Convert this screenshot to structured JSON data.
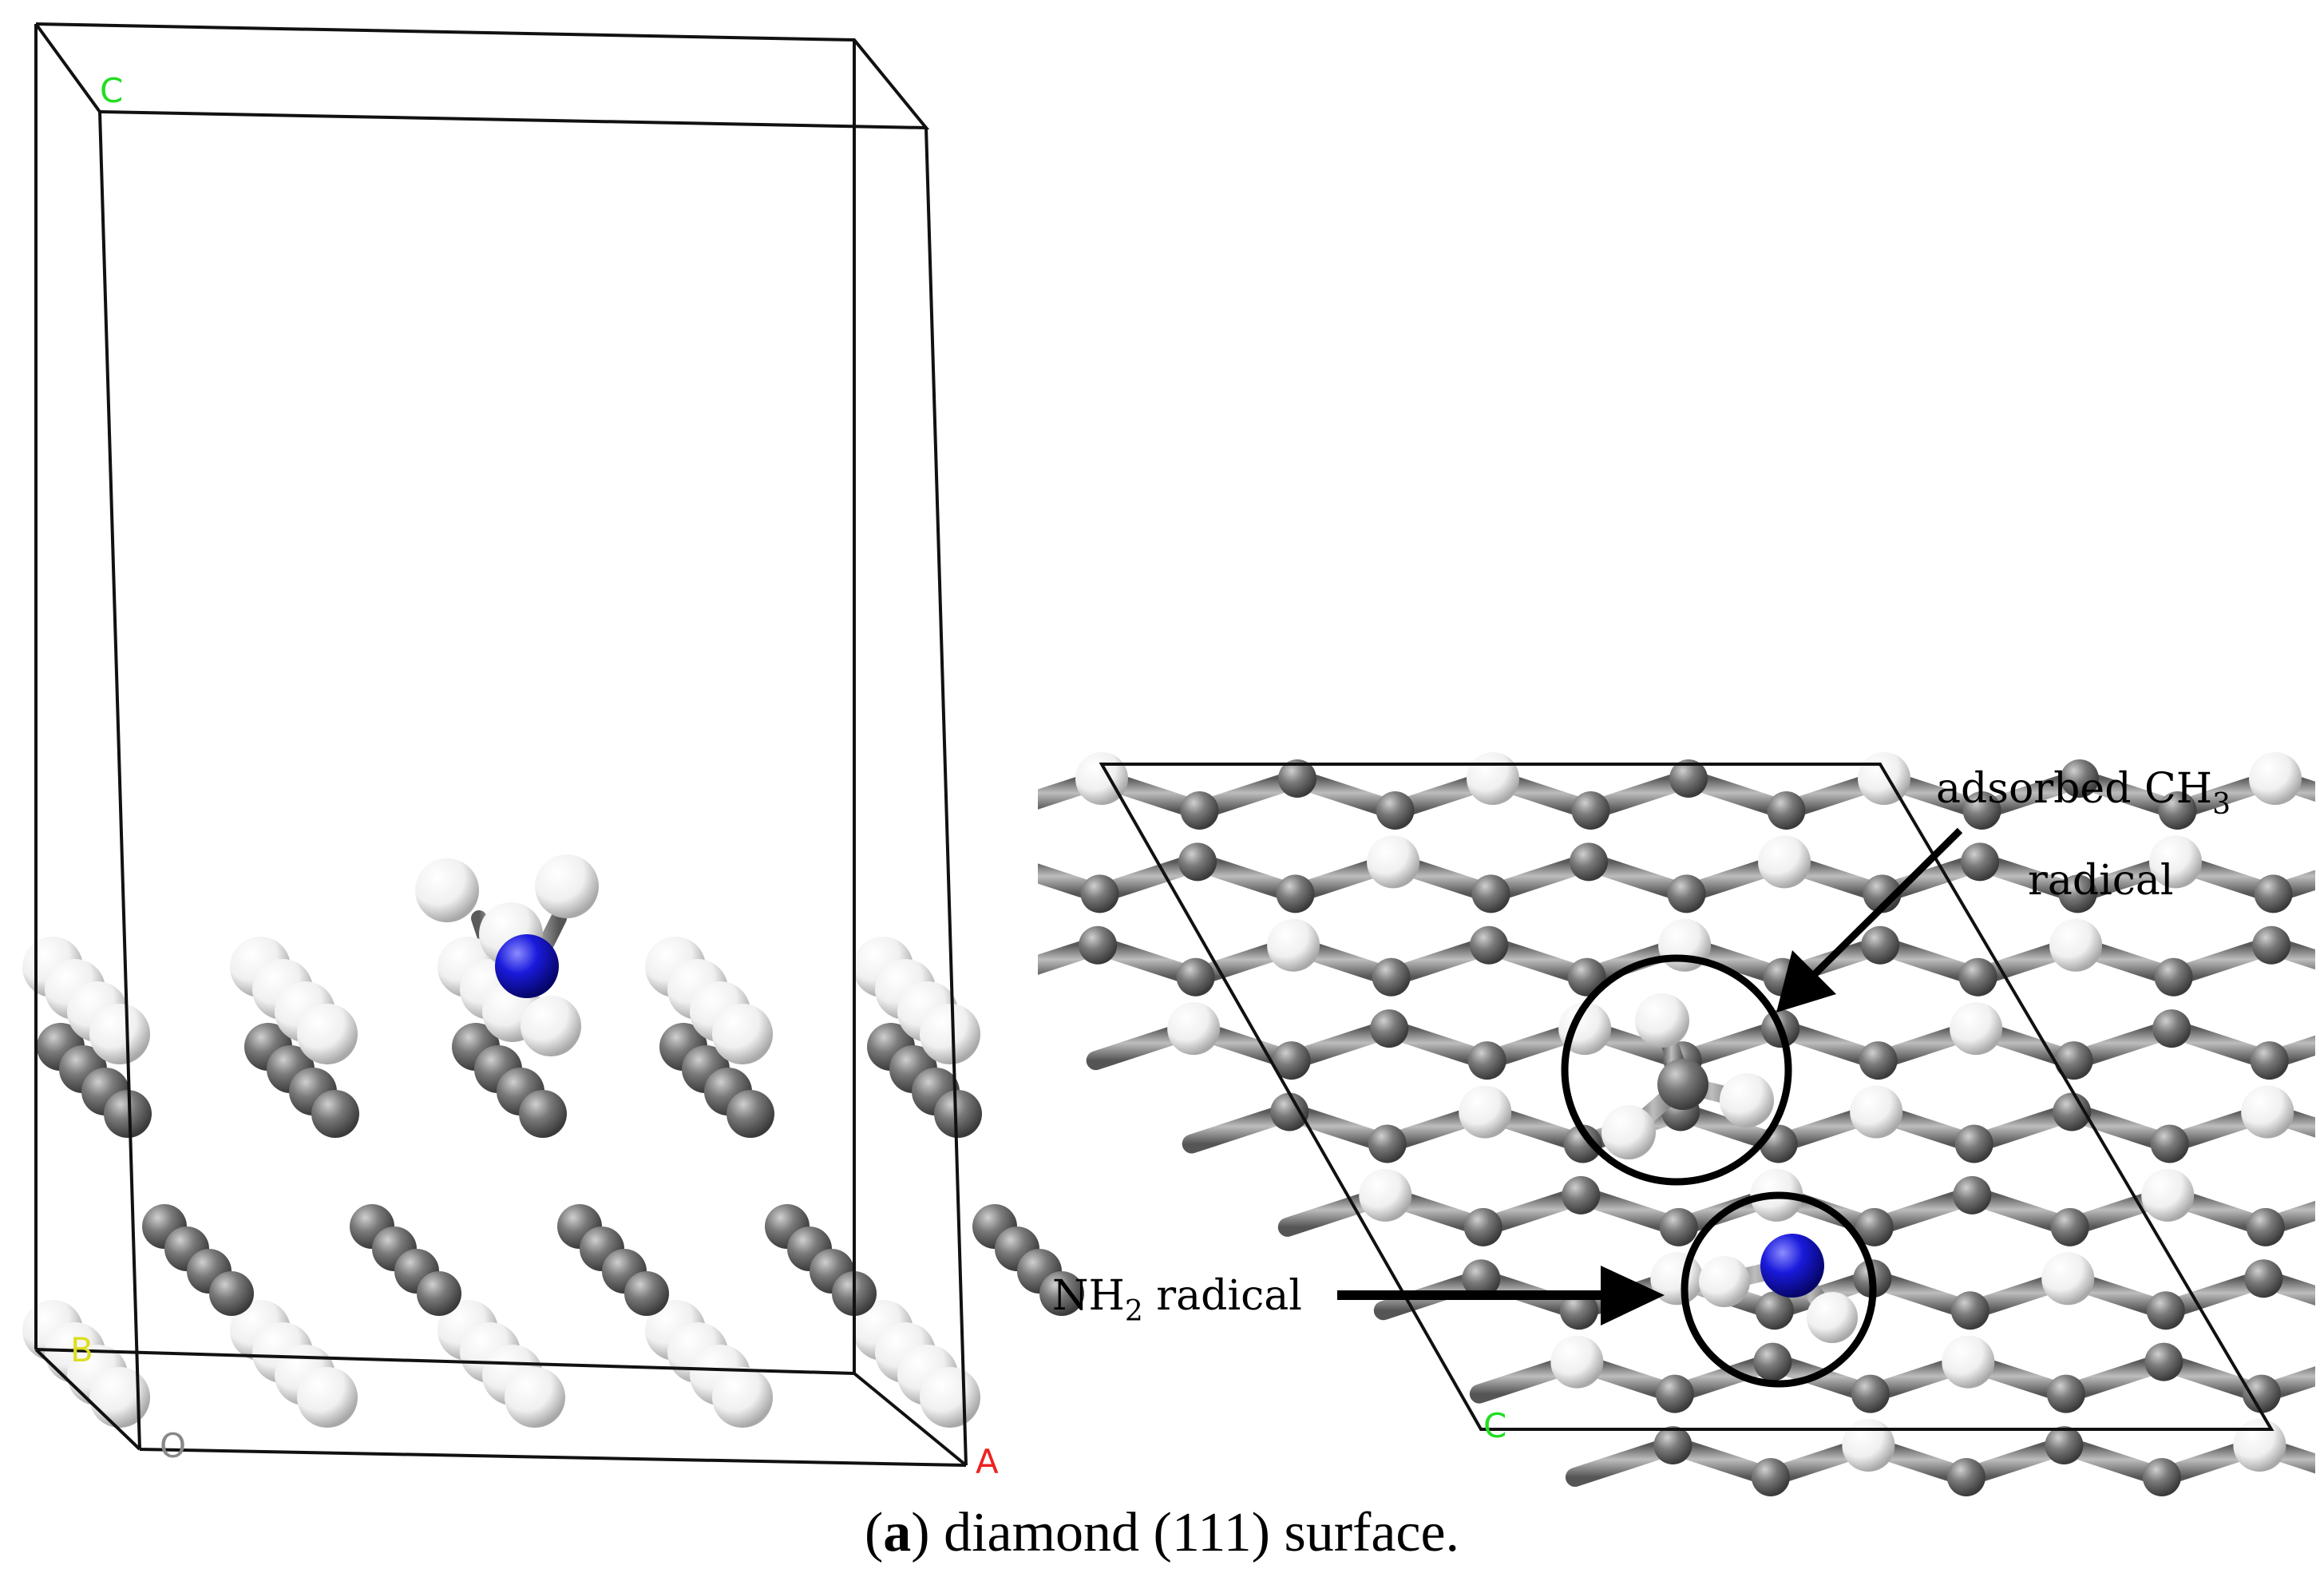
{
  "left_panel": {
    "axis_labels": {
      "c": "C",
      "b": "B",
      "o": "O",
      "a": "A"
    },
    "colors": {
      "c": "#22dd22",
      "b": "#dddd22",
      "a": "#ee2222",
      "o": "#888888"
    }
  },
  "right_panel": {
    "corner_label": "C",
    "annotation_ch3": {
      "main": "adsorbed CH",
      "sub": "3",
      "line2": "radical"
    },
    "annotation_nh2": {
      "main": "NH",
      "sub": "2",
      "rest": " radical"
    }
  },
  "caption": {
    "label": "a",
    "text": ") diamond (111) surface.",
    "open": "("
  },
  "colors": {
    "carbon": "#7a7a7a",
    "hydrogen": "#f2f2f2",
    "nitrogen": "#1a1adc",
    "bond": "#8c8c8c",
    "frame": "#111111"
  },
  "legend_icons": [
    "carbon-atom-icon",
    "hydrogen-atom-icon",
    "nitrogen-atom-icon"
  ]
}
